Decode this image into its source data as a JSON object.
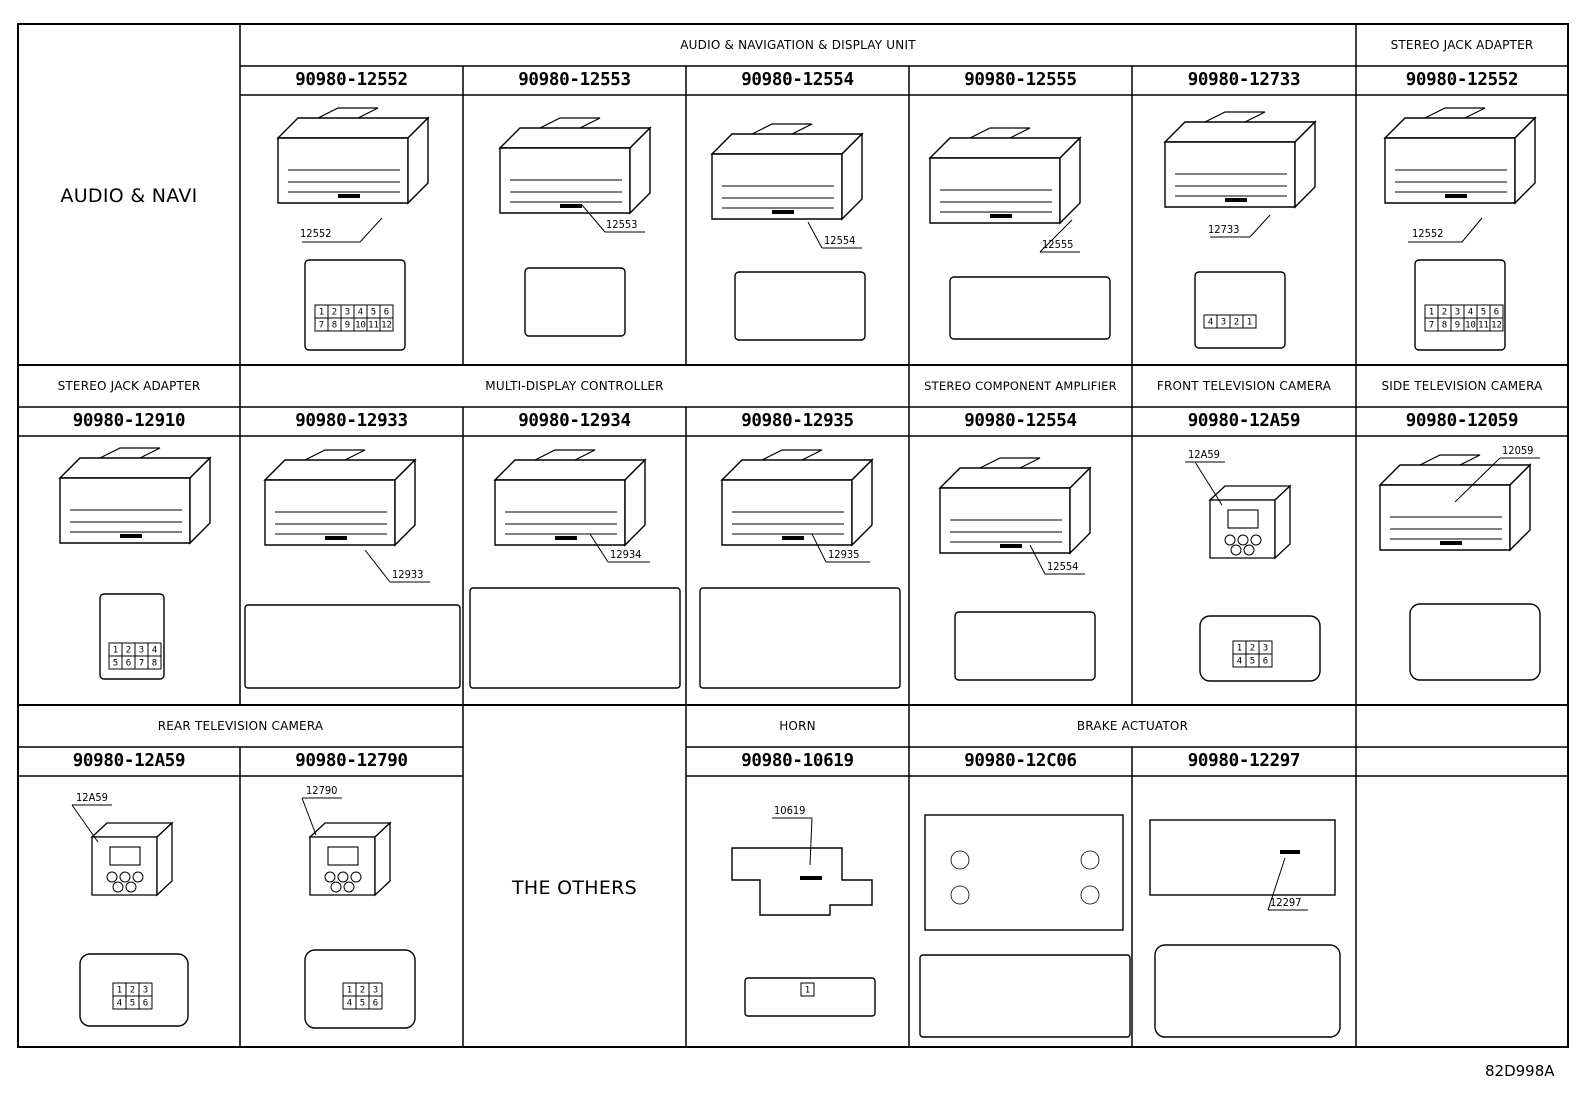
{
  "sections": {
    "audio_navi_label": "AUDIO & NAVI",
    "audio_nav_display_unit": "AUDIO & NAVIGATION & DISPLAY UNIT",
    "stereo_jack_adapter_top": "STEREO JACK ADAPTER",
    "stereo_jack_adapter_mid": "STEREO JACK ADAPTER",
    "multi_display_controller": "MULTI-DISPLAY CONTROLLER",
    "stereo_component_amplifier": "STEREO COMPONENT AMPLIFIER",
    "front_television_camera": "FRONT TELEVISION CAMERA",
    "side_television_camera": "SIDE TELEVISION CAMERA",
    "rear_television_camera": "REAR TELEVISION CAMERA",
    "the_others": "THE OTHERS",
    "horn": "HORN",
    "brake_actuator": "BRAKE ACTUATOR"
  },
  "connectors": [
    {
      "part_number": "90980-12552",
      "ref": "12552"
    },
    {
      "part_number": "90980-12553",
      "ref": "12553"
    },
    {
      "part_number": "90980-12554",
      "ref": "12554"
    },
    {
      "part_number": "90980-12555",
      "ref": "12555"
    },
    {
      "part_number": "90980-12733",
      "ref": "12733"
    },
    {
      "part_number": "90980-12552",
      "ref": "12552"
    },
    {
      "part_number": "90980-12910",
      "ref": ""
    },
    {
      "part_number": "90980-12933",
      "ref": "12933"
    },
    {
      "part_number": "90980-12934",
      "ref": "12934"
    },
    {
      "part_number": "90980-12935",
      "ref": "12935"
    },
    {
      "part_number": "90980-12554",
      "ref": "12554"
    },
    {
      "part_number": "90980-12A59",
      "ref": "12A59"
    },
    {
      "part_number": "90980-12059",
      "ref": "12059"
    },
    {
      "part_number": "90980-12A59",
      "ref": "12A59"
    },
    {
      "part_number": "90980-12790",
      "ref": "12790"
    },
    {
      "part_number": "90980-10619",
      "ref": "10619"
    },
    {
      "part_number": "90980-12C06",
      "ref": ""
    },
    {
      "part_number": "90980-12297",
      "ref": "12297"
    }
  ],
  "pin_rows": {
    "p12": [
      [
        "1",
        "2",
        "3",
        "4",
        "5",
        "6"
      ],
      [
        "7",
        "8",
        "9",
        "10",
        "11",
        "12"
      ]
    ],
    "p4r": [
      [
        "4",
        "3",
        "2",
        "1"
      ]
    ],
    "p8": [
      [
        "1",
        "2",
        "3",
        "4"
      ],
      [
        "5",
        "6",
        "7",
        "8"
      ]
    ],
    "p6": [
      [
        "1",
        "2",
        "3"
      ],
      [
        "4",
        "5",
        "6"
      ]
    ],
    "p1": [
      [
        "1"
      ]
    ]
  },
  "figure_id": "82D998A"
}
